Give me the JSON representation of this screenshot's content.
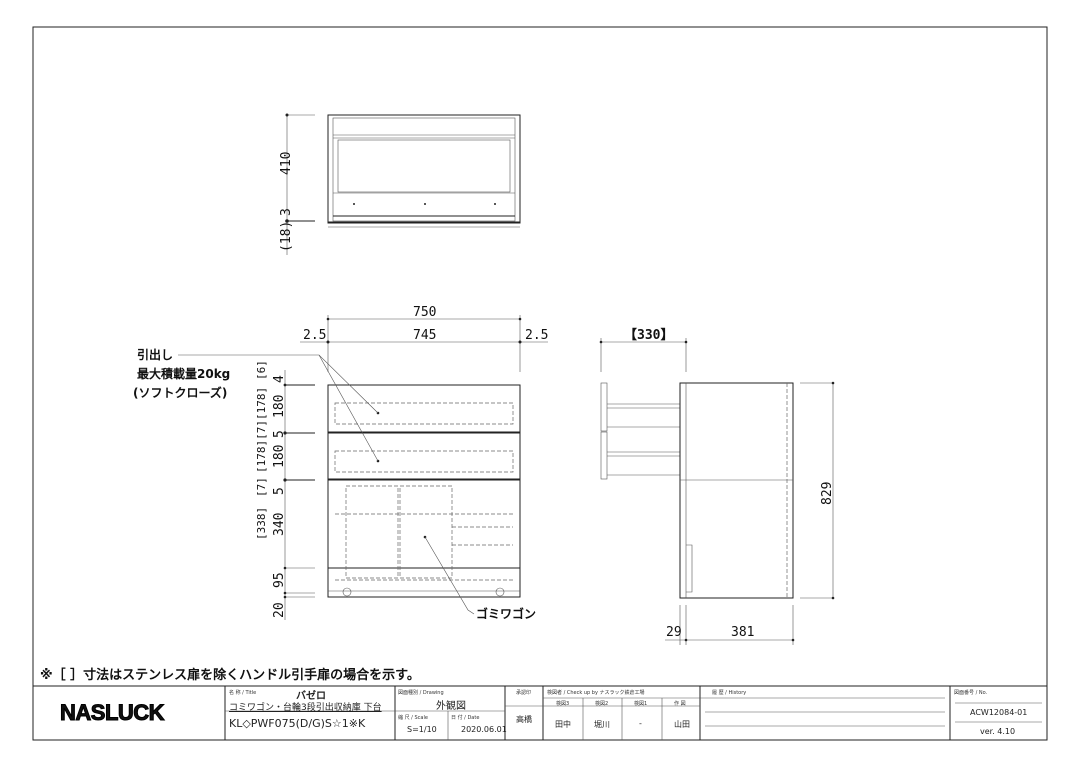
{
  "note": "※［ ］寸法はステンレス扉を除くハンドル引手扉の場合を示す。",
  "top_view": {
    "dims": [
      "410",
      "3",
      "(18)"
    ]
  },
  "front_view": {
    "width_total": "750",
    "width_inner": "745",
    "side_gap_left": "2.5",
    "side_gap_right": "2.5",
    "vertical_dims": [
      "4",
      "180",
      "5",
      "180",
      "5",
      "340",
      "95",
      "20"
    ],
    "bracket_dims": [
      "[6]",
      "[178][7][178]",
      "[7]",
      "[338]"
    ],
    "drawer_label": [
      "引出し",
      "最大積載量20kg",
      "(ソフトクローズ)"
    ],
    "wagon_label": "ゴミワゴン"
  },
  "side_view": {
    "depth_bracket": "【330】",
    "height": "829",
    "offset": "29",
    "depth": "381"
  },
  "title_block": {
    "logo": "NASLUCK",
    "title_caption": "名 称 / Title",
    "title": "バゼロ",
    "subtitle": "コミワゴン・台輪3段引出収納庫  下台",
    "model": "KL◇PWF075(D/G)S☆1※K",
    "drawing_caption": "図面種別 / Drawing",
    "drawing_type": "外観図",
    "scale_caption": "縮 尺 / Scale",
    "scale": "S=1/10",
    "date_caption": "日 付 / Date",
    "date": "2020.06.01",
    "approval_caption": "承認印",
    "approver": "高橋",
    "check_caption": "検図者 / Check up by ナスラック鉄倉工場",
    "check_headers": [
      "検図3",
      "検図2",
      "検図1",
      "作 図"
    ],
    "check_values": [
      "田中",
      "堀川",
      "-",
      "山田"
    ],
    "history_caption": "履 歴 / History",
    "no_caption": "図面番号 / No.",
    "number": "ACW12084-01",
    "version": "ver. 4.10"
  }
}
